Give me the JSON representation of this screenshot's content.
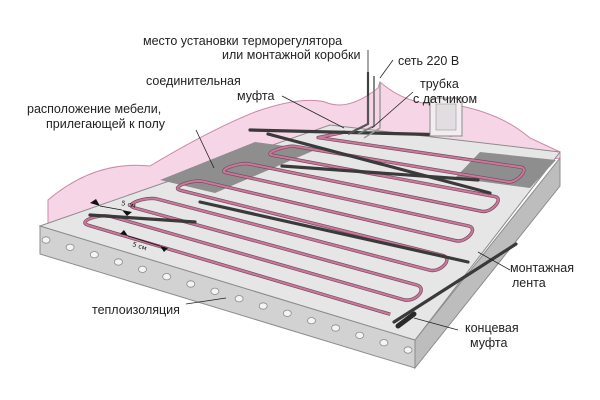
{
  "labels": {
    "thermostat_line1": "место установки терморегулятора",
    "thermostat_line2": "или монтажной коробки",
    "mains": "сеть 220 В",
    "coupling_line1": "соединительная",
    "coupling_line2": "муфта",
    "sensor_tube_line1": "трубка",
    "sensor_tube_line2": "с датчиком",
    "furniture_line1": "расположение мебели,",
    "furniture_line2": "прилегающей к полу",
    "mounting_tape_line1": "монтажная",
    "mounting_tape_line2": "лента",
    "insulation": "теплоизоляция",
    "end_coupling_line1": "концевая",
    "end_coupling_line2": "муфта",
    "spacing_dim_1": "5 см",
    "spacing_dim_2": "5 см"
  },
  "colors": {
    "wall": "#f6d6e6",
    "wall_edge": "#c88aa8",
    "floor": "#e6e6e6",
    "slab_side": "#cfcfcf",
    "slab_edge": "#8c8c8c",
    "furniture_zone": "#8e8e8e",
    "cable": "#c9799a",
    "tape": "#3a3a3a",
    "text": "#222222"
  },
  "cable_runs": 11
}
